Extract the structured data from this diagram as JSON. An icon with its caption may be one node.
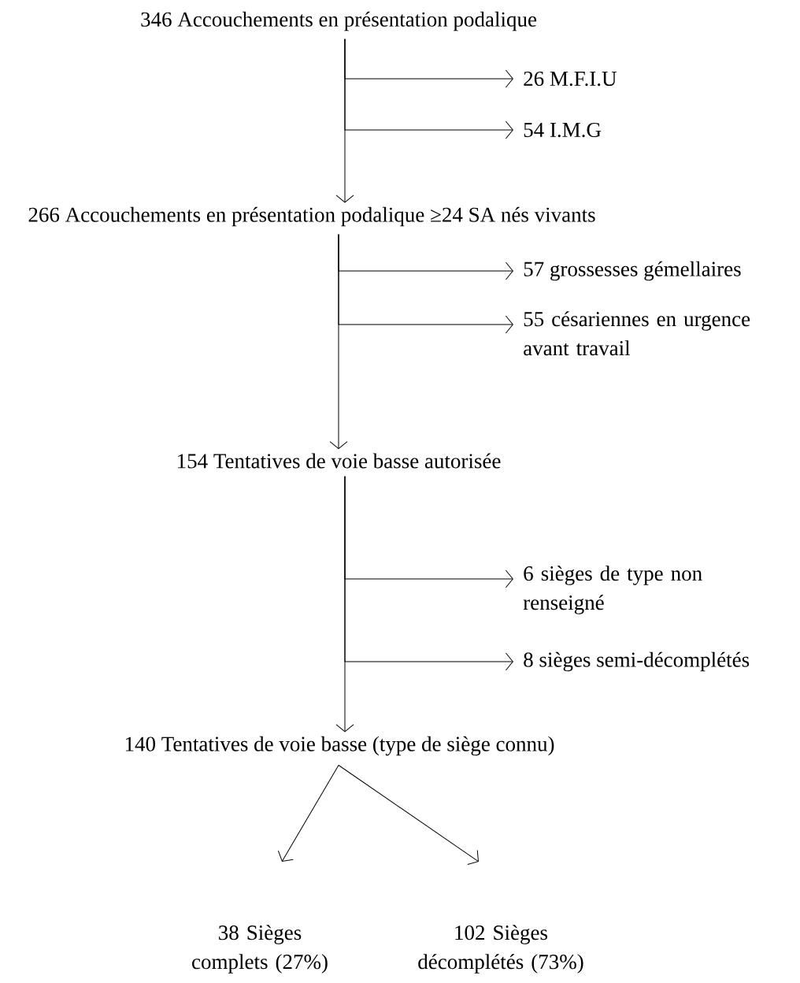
{
  "diagram": {
    "nodes": [
      {
        "text": [
          "346 Accouchements en présentation podalique"
        ]
      },
      {
        "text": [
          "26 M.F.I.U"
        ]
      },
      {
        "text": [
          "54 I.M.G"
        ]
      },
      {
        "text": [
          "266 Accouchements en présentation podalique ≥24 SA nés vivants"
        ]
      },
      {
        "text": [
          "57 grossesses gémellaires"
        ]
      },
      {
        "text": [
          "55 césariennes en urgence avant travail"
        ]
      },
      {
        "text": [
          "154 Tentatives de voie basse autorisée"
        ]
      },
      {
        "text": [
          "6 sièges de type non renseigné"
        ]
      },
      {
        "text": [
          "8 sièges semi-décomplétés"
        ]
      },
      {
        "text": [
          "140 Tentatives de voie basse (type de siège connu)"
        ]
      },
      {
        "text": [
          "38 Sièges complets (27%)"
        ]
      },
      {
        "text": [
          "102 Sièges décomplétés (73%)"
        ]
      }
    ],
    "edges": [
      {
        "from": 0,
        "to": 1,
        "arrow": "to"
      },
      {
        "from": 0,
        "to": 2,
        "arrow": "to"
      },
      {
        "from": 0,
        "to": 3,
        "arrow": "to"
      },
      {
        "from": 3,
        "to": 4,
        "arrow": "to"
      },
      {
        "from": 3,
        "to": 5,
        "arrow": "to"
      },
      {
        "from": 3,
        "to": 6,
        "arrow": "to"
      },
      {
        "from": 6,
        "to": 7,
        "arrow": "to"
      },
      {
        "from": 6,
        "to": 8,
        "arrow": "to"
      },
      {
        "from": 6,
        "to": 9,
        "arrow": "to"
      },
      {
        "from": 9,
        "to": 10,
        "arrow": "to"
      },
      {
        "from": 9,
        "to": 11,
        "arrow": "to"
      }
    ]
  }
}
